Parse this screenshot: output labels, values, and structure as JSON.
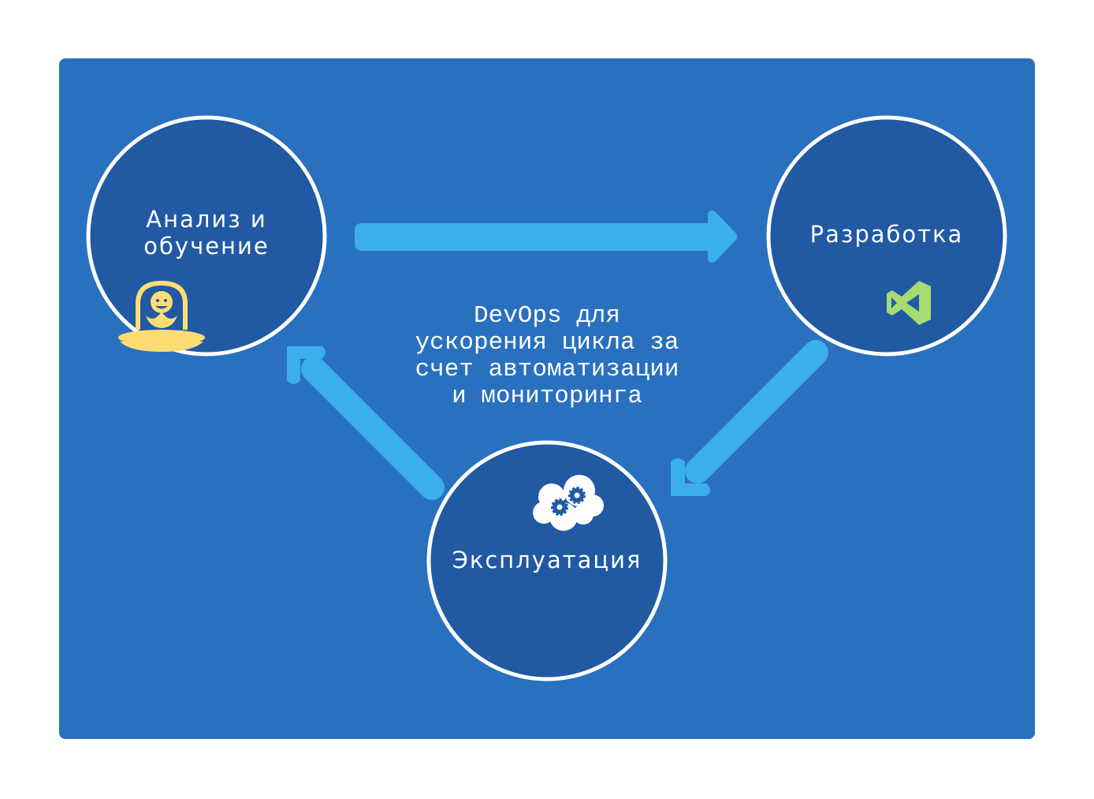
{
  "colors": {
    "panel": "#2970BF",
    "circle_fill": "#2159A3",
    "circle_stroke": "#FFFFFF",
    "arrow": "#3BAEEC",
    "alien_icon": "#FFDD73",
    "vs_icon": "#A5DC72"
  },
  "nodes": {
    "analysis": {
      "line1": "Анализ и",
      "line2": "обучение",
      "icon": "alien-ufo-icon"
    },
    "development": {
      "label": "Разработка",
      "icon": "visual-studio-icon"
    },
    "operations": {
      "label": "Эксплуатация",
      "icon": "cloud-gears-icon"
    }
  },
  "center_text": {
    "lines": [
      "DevOps для",
      "ускорения цикла за",
      "счет автоматизации",
      "и мониторинга"
    ]
  }
}
